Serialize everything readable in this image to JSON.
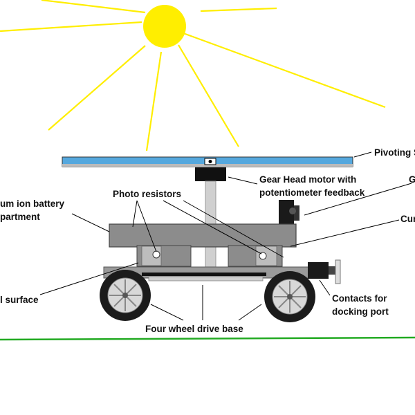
{
  "labels": {
    "pivoting": "Pivoting S",
    "gear_head_line1": "Gear Head motor with",
    "gear_head_line2": "potentiometer feedback",
    "photo_resistors": "Photo resistors",
    "battery_line1": "um ion battery",
    "battery_line2": "partment",
    "right_top_g": "G",
    "right_cur": "Cur",
    "surface": "l surface",
    "contacts_line1": "Contacts for",
    "contacts_line2": "docking port",
    "four_wheel": "Four wheel drive base"
  },
  "colors": {
    "sun": "#ffee00",
    "sun_rays": "#ffee00",
    "panel": "#55a8de",
    "ground": "#22aa22",
    "chassis": "#8c8c8c",
    "motor": "#111111"
  }
}
